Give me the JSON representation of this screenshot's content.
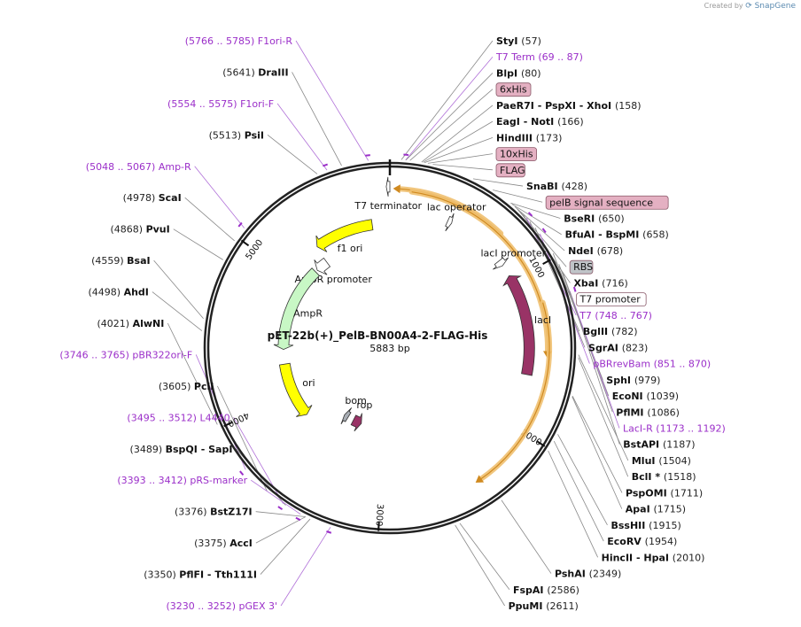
{
  "credit": {
    "prefix": "Created by",
    "brand": "SnapGene"
  },
  "plasmid": {
    "name": "pET-22b(+)_PelB-BN00A4-2-FLAG-His",
    "length_label": "5883 bp",
    "length": 5883
  },
  "ticks": [
    {
      "pos": 1000,
      "label": "1000"
    },
    {
      "pos": 2000,
      "label": "2000"
    },
    {
      "pos": 3000,
      "label": "3000"
    },
    {
      "pos": 4000,
      "label": "4000"
    },
    {
      "pos": 5000,
      "label": "5000"
    }
  ],
  "features": [
    {
      "name": "f1 ori",
      "start": 5300,
      "end": 5750,
      "dir": -1,
      "color": "#ffff00",
      "ring": 0.68
    },
    {
      "name": "AmpR promoter",
      "start": 5180,
      "end": 5290,
      "dir": -1,
      "color": "#ffffff",
      "ring": 0.58
    },
    {
      "name": "AmpR",
      "start": 4400,
      "end": 5160,
      "dir": -1,
      "color": "#c8f7c5",
      "ring": 0.58
    },
    {
      "name": "ori",
      "start": 3780,
      "end": 4270,
      "dir": -1,
      "color": "#ffff00",
      "ring": 0.58
    },
    {
      "name": "bom",
      "start": 3450,
      "end": 3500,
      "dir": 1,
      "color": "#a9aeb5",
      "ring": 0.44
    },
    {
      "name": "rop",
      "start": 3280,
      "end": 3380,
      "dir": -1,
      "color": "#993366",
      "ring": 0.44
    },
    {
      "name": "lacI",
      "start": 960,
      "end": 1650,
      "dir": -1,
      "color": "#993366",
      "ring": 0.76
    },
    {
      "name": "lacI promoter",
      "start": 840,
      "end": 880,
      "dir": 1,
      "color": "#ffffff",
      "ring": 0.76
    },
    {
      "name": "lac operator",
      "start": 400,
      "end": 430,
      "dir": 1,
      "color": "#ffffff",
      "ring": 0.76
    },
    {
      "name": "T7 terminator",
      "start": 5862,
      "end": 5883,
      "dir": -1,
      "color": "#ffffff",
      "ring": 0.88
    }
  ],
  "orfs": [
    {
      "start": 50,
      "end": 720,
      "dir": -1
    },
    {
      "start": 130,
      "end": 1500,
      "dir": 1
    },
    {
      "start": 1200,
      "end": 2380,
      "dir": 1
    }
  ],
  "primers": [
    {
      "name": "T7 Term",
      "pos": 78
    },
    {
      "name": "F1ori-R",
      "pos": 5776
    },
    {
      "name": "F1ori-F",
      "pos": 5565
    },
    {
      "name": "Amp-R",
      "pos": 5058
    },
    {
      "name": "T7",
      "pos": 758
    },
    {
      "name": "pBRrevBam",
      "pos": 861
    },
    {
      "name": "LacI-R",
      "pos": 1183
    },
    {
      "name": "pBR322ori-F",
      "pos": 3756
    },
    {
      "name": "L4440",
      "pos": 3504
    },
    {
      "name": "pRS-marker",
      "pos": 3403
    },
    {
      "name": "pGEX 3'",
      "pos": 3241
    }
  ],
  "labels": [
    {
      "type": "site",
      "num": "(57)",
      "name": "StyI",
      "pos": 57
    },
    {
      "type": "primer",
      "prim": "T7 Term",
      "range": "(69 .. 87)",
      "pos": 78
    },
    {
      "type": "site",
      "name": "BlpI",
      "num": "(80)",
      "pos": 80
    },
    {
      "type": "box",
      "name": "6xHis",
      "color": "#e4b0c2",
      "pos": 100
    },
    {
      "type": "site",
      "name": "PaeR7I  - PspXI  - XhoI",
      "num": "(158)",
      "pos": 158
    },
    {
      "type": "site",
      "name": "EagI  - NotI",
      "num": "(166)",
      "pos": 166
    },
    {
      "type": "site",
      "name": "HindIII",
      "num": "(173)",
      "pos": 173
    },
    {
      "type": "box",
      "name": "10xHis",
      "color": "#e4b0c2",
      "pos": 190
    },
    {
      "type": "box",
      "name": "FLAG",
      "color": "#e4b0c2",
      "pos": 215
    },
    {
      "type": "site",
      "name": "SnaBI",
      "num": "(428)",
      "pos": 428
    },
    {
      "type": "box",
      "name": "pelB signal sequence",
      "color": "#e4b0c2",
      "pos": 540
    },
    {
      "type": "site",
      "name": "BseRI",
      "num": "(650)",
      "pos": 650
    },
    {
      "type": "site",
      "name": "BfuAI  - BspMI",
      "num": "(658)",
      "pos": 658
    },
    {
      "type": "site",
      "name": "NdeI",
      "num": "(678)",
      "pos": 678
    },
    {
      "type": "box",
      "name": "RBS",
      "color": "#c0c4c8",
      "pos": 690
    },
    {
      "type": "site",
      "name": "XbaI",
      "num": "(716)",
      "pos": 716
    },
    {
      "type": "box",
      "name": "T7 promoter",
      "color": "#ffffff",
      "pos": 735
    },
    {
      "type": "primer",
      "prim": "T7",
      "range": "(748 .. 767)",
      "pos": 758
    },
    {
      "type": "site",
      "name": "BglII",
      "num": "(782)",
      "pos": 782
    },
    {
      "type": "site",
      "name": "SgrAI",
      "num": "(823)",
      "pos": 823
    },
    {
      "type": "primer",
      "prim": "pBRrevBam",
      "range": "(851 .. 870)",
      "pos": 861
    },
    {
      "type": "site",
      "name": "SphI",
      "num": "(979)",
      "pos": 979
    },
    {
      "type": "site",
      "name": "EcoNI",
      "num": "(1039)",
      "pos": 1039
    },
    {
      "type": "site",
      "name": "PflMI",
      "num": "(1086)",
      "pos": 1086
    },
    {
      "type": "site",
      "name": "BstAPI",
      "num": "(1187)",
      "pos": 1187
    },
    {
      "type": "primer",
      "prim": "LacI-R",
      "range": "(1173 .. 1192)",
      "pos": 1183
    },
    {
      "type": "site",
      "name": "MluI",
      "num": "(1504)",
      "pos": 1504
    },
    {
      "type": "site",
      "name": "BclI *",
      "num": "(1518)",
      "pos": 1518
    },
    {
      "type": "site",
      "name": "PspOMI",
      "num": "(1711)",
      "pos": 1711
    },
    {
      "type": "site",
      "name": "ApaI",
      "num": "(1715)",
      "pos": 1715
    },
    {
      "type": "site",
      "name": "BssHII",
      "num": "(1915)",
      "pos": 1915
    },
    {
      "type": "site",
      "name": "EcoRV",
      "num": "(1954)",
      "pos": 1954
    },
    {
      "type": "site",
      "name": "HincII  - HpaI",
      "num": "(2010)",
      "pos": 2010
    },
    {
      "type": "site",
      "name": "PshAI",
      "num": "(2349)",
      "pos": 2349
    },
    {
      "type": "site",
      "name": "FspAI",
      "num": "(2586)",
      "pos": 2586
    },
    {
      "type": "site",
      "name": "PpuMI",
      "num": "(2611)",
      "pos": 2611
    },
    {
      "type": "primer",
      "range": "(3230 .. 3252)",
      "prim": "pGEX 3'",
      "pos": 3241
    },
    {
      "type": "site",
      "num": "(3350)",
      "name": "PflFI  - Tth111I",
      "pos": 3350
    },
    {
      "type": "site",
      "num": "(3375)",
      "name": "AccI",
      "pos": 3375
    },
    {
      "type": "site",
      "num": "(3376)",
      "name": "BstZ17I",
      "pos": 3376
    },
    {
      "type": "primer",
      "range": "(3393 .. 3412)",
      "prim": "pRS-marker",
      "pos": 3403
    },
    {
      "type": "site",
      "num": "(3489)",
      "name": "BspQI  - SapI",
      "pos": 3489
    },
    {
      "type": "primer",
      "range": "(3495 .. 3512)",
      "prim": "L4440",
      "pos": 3504
    },
    {
      "type": "site",
      "num": "(3605)",
      "name": "PciI",
      "pos": 3605
    },
    {
      "type": "primer",
      "range": "(3746 .. 3765)",
      "prim": "pBR322ori-F",
      "pos": 3756
    },
    {
      "type": "site",
      "num": "(4021)",
      "name": "AlwNI",
      "pos": 4021
    },
    {
      "type": "site",
      "num": "(4498)",
      "name": "AhdI",
      "pos": 4498
    },
    {
      "type": "site",
      "num": "(4559)",
      "name": "BsaI",
      "pos": 4559
    },
    {
      "type": "site",
      "num": "(4868)",
      "name": "PvuI",
      "pos": 4868
    },
    {
      "type": "site",
      "num": "(4978)",
      "name": "ScaI",
      "pos": 4978
    },
    {
      "type": "primer",
      "range": "(5048 .. 5067)",
      "prim": "Amp-R",
      "pos": 5058
    },
    {
      "type": "site",
      "num": "(5513)",
      "name": "PsiI",
      "pos": 5513
    },
    {
      "type": "primer",
      "range": "(5554 .. 5575)",
      "prim": "F1ori-F",
      "pos": 5565
    },
    {
      "type": "site",
      "num": "(5641)",
      "name": "DraIII",
      "pos": 5641
    },
    {
      "type": "primer",
      "range": "(5766 .. 5785)",
      "prim": "F1ori-R",
      "pos": 5776
    }
  ]
}
